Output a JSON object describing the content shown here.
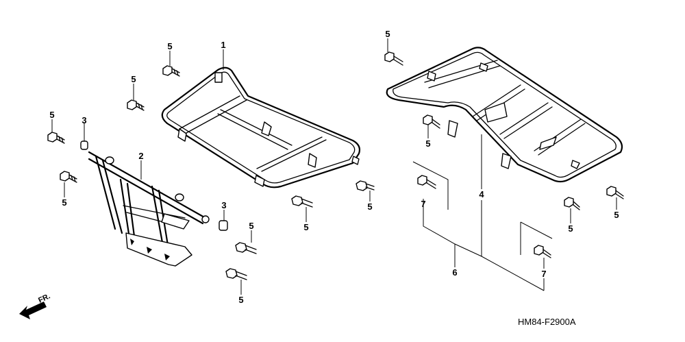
{
  "callouts": {
    "front_carrier": "1",
    "front_guard": "2",
    "collar": "3",
    "rear_carrier": "4",
    "flange_bolt": "5",
    "rear_carrier_set": "6",
    "bolt_7": "7"
  },
  "direction_label": "FR.",
  "diagram_code": "HM84-F2900A"
}
